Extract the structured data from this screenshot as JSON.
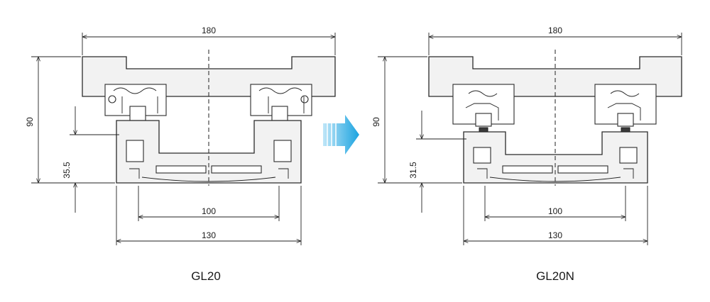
{
  "diagrams": [
    {
      "caption": "GL20",
      "dims": {
        "top_width": "180",
        "height": "90",
        "rail_height": "35.5",
        "inner_width": "100",
        "outer_width": "130"
      }
    },
    {
      "caption": "GL20N",
      "dims": {
        "top_width": "180",
        "height": "90",
        "rail_height": "31.5",
        "inner_width": "100",
        "outer_width": "130"
      }
    }
  ],
  "colors": {
    "line": "#2b2b2b",
    "fill": "#f2f2f2",
    "arrow": "#1aa3e0"
  },
  "arrow_icon": "right-arrow-icon"
}
